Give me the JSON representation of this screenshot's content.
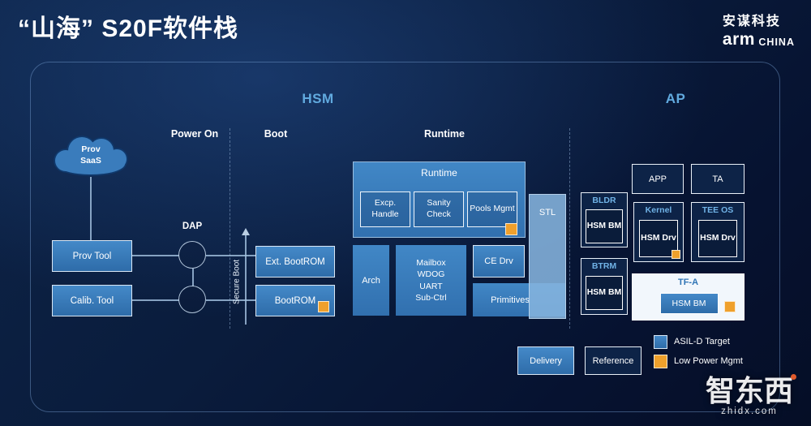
{
  "header": {
    "title": "“山海” S20F软件栈",
    "logo_cn": "安谋科技",
    "logo_brand": "arm",
    "logo_region": "CHINA"
  },
  "sections": {
    "hsm": "HSM",
    "ap": "AP"
  },
  "columns": {
    "power_on": "Power On",
    "boot": "Boot",
    "runtime": "Runtime"
  },
  "power_on": {
    "cloud": "Prov SaaS",
    "dap": "DAP",
    "prov_tool": "Prov Tool",
    "calib_tool": "Calib. Tool"
  },
  "boot": {
    "secure_boot": "Secure Boot",
    "ext_bootrom": "Ext. BootROM",
    "bootrom": "BootROM"
  },
  "runtime": {
    "title": "Runtime",
    "excp": "Excp. Handle",
    "sanity": "Sanity Check",
    "pools": "Pools Mgmt",
    "arch": "Arch",
    "mailbox": "Mailbox\nWDOG\nUART\nSub-Ctrl",
    "ce_drv": "CE Drv",
    "stl": "STL",
    "primitives": "Primitives"
  },
  "ap": {
    "app": "APP",
    "ta": "TA",
    "bldr": "BLDR",
    "kernel": "Kernel",
    "tee_os": "TEE OS",
    "btrm": "BTRM",
    "tfa": "TF-A",
    "hsm_bm": "HSM BM",
    "hsm_drv": "HSM Drv"
  },
  "footer": {
    "delivery": "Delivery",
    "reference": "Reference"
  },
  "legend": {
    "asil": "ASIL-D Target",
    "low_power": "Low Power Mgmt"
  },
  "watermark": {
    "cn": "智东西",
    "en": "zhidx.com"
  },
  "colors": {
    "accent": "#61aadf",
    "box_blue": "#3a7cbc",
    "orange": "#efa02c",
    "dark_box": "#0d2347"
  }
}
